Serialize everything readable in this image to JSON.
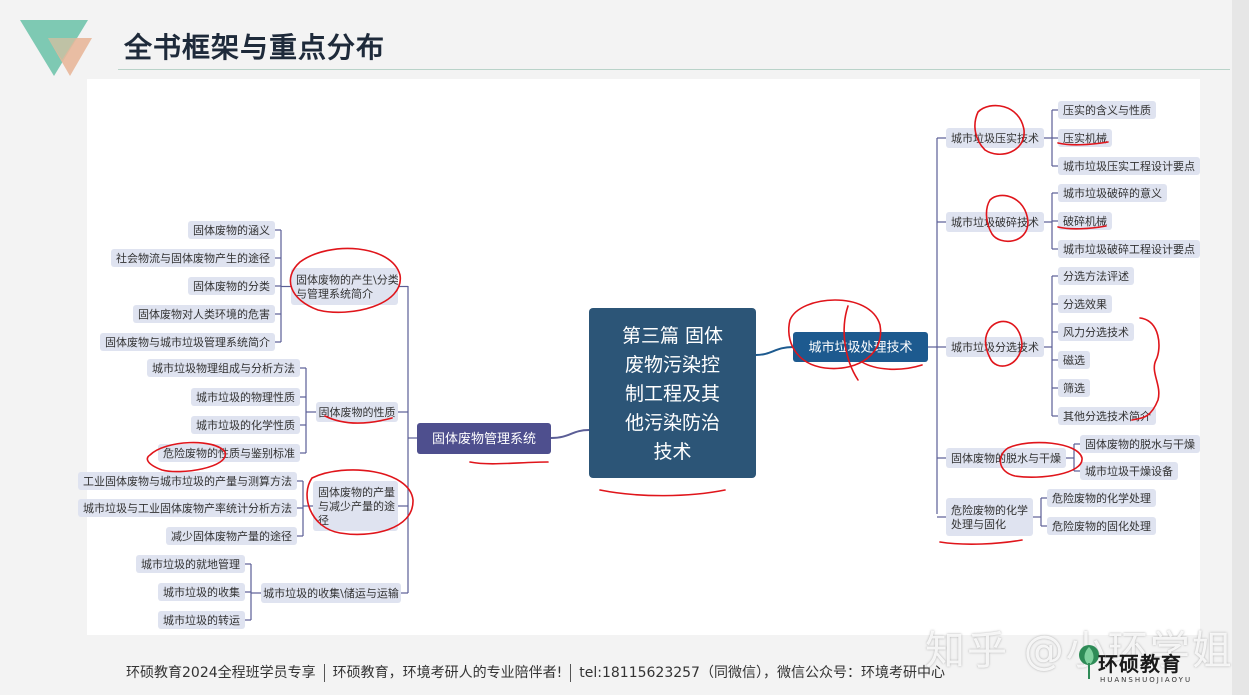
{
  "slide": {
    "title": "全书框架与重点分布"
  },
  "mindmap": {
    "center": {
      "lines": [
        "第三篇  固体",
        "废物污染控",
        "制工程及其",
        "他污染防治",
        "技术"
      ]
    },
    "left": {
      "root": "固体废物管理系统",
      "branches": [
        {
          "label_lines": [
            "固体废物的产生\\分类",
            "与管理系统简介"
          ],
          "children": [
            "固体废物的涵义",
            "社会物流与固体废物产生的途径",
            "固体废物的分类",
            "固体废物对人类环境的危害",
            "固体废物与城市垃圾管理系统简介"
          ]
        },
        {
          "label_lines": [
            "固体废物的性质"
          ],
          "children": [
            "城市垃圾物理组成与分析方法",
            "城市垃圾的物理性质",
            "城市垃圾的化学性质",
            "危险废物的性质与鉴别标准"
          ]
        },
        {
          "label_lines": [
            "固体废物的产量",
            "与减少产量的途",
            "径"
          ],
          "children": [
            "工业固体废物与城市垃圾的产量与测算方法",
            "城市垃圾与工业固体废物产率统计分析方法",
            "减少固体废物产量的途径"
          ]
        },
        {
          "label_lines": [
            "城市垃圾的收集\\储运与运输"
          ],
          "children": [
            "城市垃圾的就地管理",
            "城市垃圾的收集",
            "城市垃圾的转运"
          ]
        }
      ]
    },
    "right": {
      "root": "城市垃圾处理技术",
      "branches": [
        {
          "label_lines": [
            "城市垃圾压实技术"
          ],
          "children": [
            "压实的含义与性质",
            "压实机械",
            "城市垃圾压实工程设计要点"
          ]
        },
        {
          "label_lines": [
            "城市垃圾破碎技术"
          ],
          "children": [
            "城市垃圾破碎的意义",
            "破碎机械",
            "城市垃圾破碎工程设计要点"
          ]
        },
        {
          "label_lines": [
            "城市垃圾分选技术"
          ],
          "children": [
            "分选方法评述",
            "分选效果",
            "风力分选技术",
            "磁选",
            "筛选",
            "其他分选技术简介"
          ]
        },
        {
          "label_lines": [
            "固体废物的脱水与干燥"
          ],
          "children": [
            "固体废物的脱水与干燥",
            "城市垃圾干燥设备"
          ]
        },
        {
          "label_lines": [
            "危险废物的化学",
            "处理与固化"
          ],
          "children": [
            "危险废物的化学处理",
            "危险废物的固化处理"
          ]
        }
      ]
    },
    "colors": {
      "center_bg": "#2c5577",
      "left_root_bg": "#4e4f8e",
      "right_root_bg": "#1d5a8f",
      "node_bg": "#dfe3f0",
      "line": "#5b5e96",
      "annotation": "#e0151b"
    }
  },
  "footer": {
    "part1": "环硕教育2024全程班学员专享",
    "part2": "环硕教育，环境考研人的专业陪伴者!",
    "part3": "tel:18115623257（同微信），微信公众号：环境考研中心"
  },
  "watermark": "知乎 @小环学姐",
  "brand": {
    "name": "环硕教育",
    "sub": "HUANSHUOJIAOYU"
  }
}
